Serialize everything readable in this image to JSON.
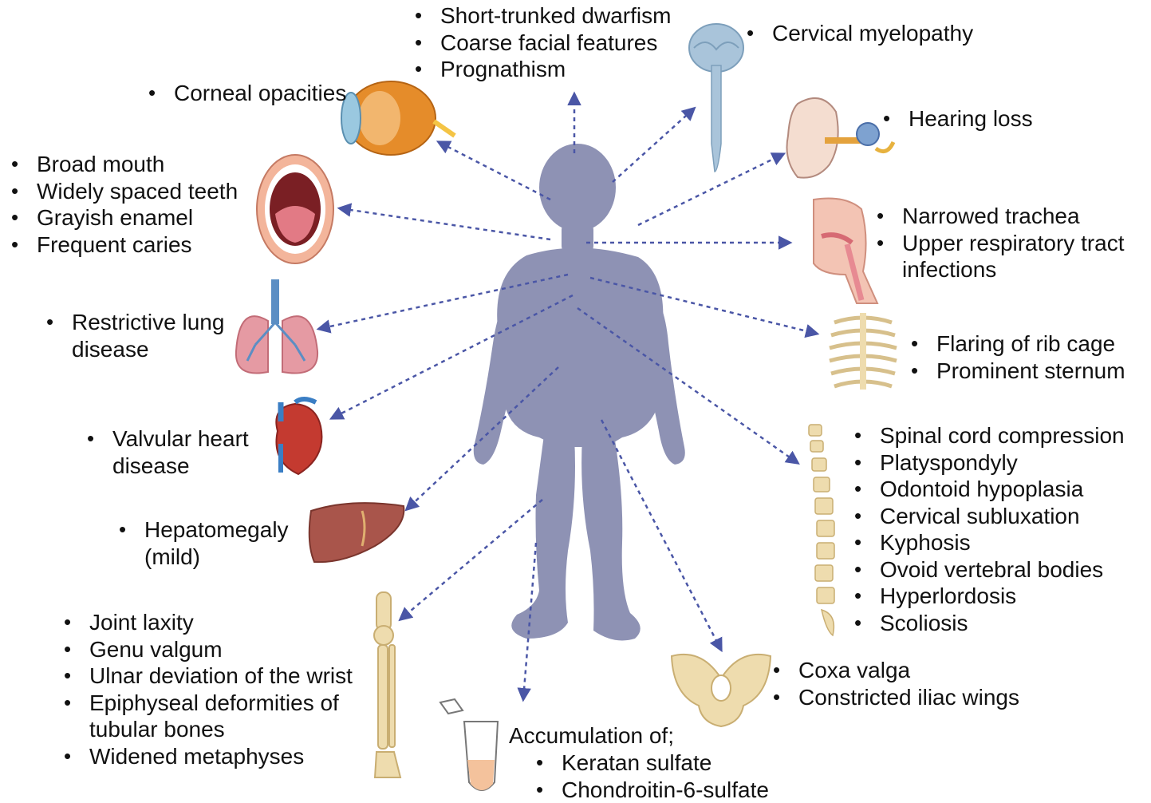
{
  "colors": {
    "silhouette": "#8e92b4",
    "arrow": "#4a56a6",
    "organ_red": "#d8646a",
    "bone": "#eedcae",
    "liver": "#a9554b",
    "lung": "#e59aa3",
    "lung_bronchi": "#5b8ec4",
    "brain": "#a9c4da",
    "eye_iris": "#e58c2a",
    "heart": "#c43a30",
    "heart_vessel": "#3a7ec4",
    "tube_fluid": "#f4c29c"
  },
  "center": {
    "icon": "child-silhouette-icon"
  },
  "groups": {
    "skeletal_general": [
      "Short-trunked dwarfism",
      "Coarse facial features",
      "Prognathism"
    ],
    "nervous": [
      "Cervical myelopathy"
    ],
    "eye": [
      "Corneal opacities"
    ],
    "ear": [
      "Hearing loss"
    ],
    "mouth": [
      "Broad mouth",
      "Widely spaced teeth",
      "Grayish enamel",
      "Frequent caries"
    ],
    "airway": [
      "Narrowed trachea",
      "Upper respiratory tract infections"
    ],
    "lung": [
      "Restrictive lung disease"
    ],
    "rib": [
      "Flaring of rib cage",
      "Prominent sternum"
    ],
    "heart": [
      "Valvular heart disease"
    ],
    "spine": [
      "Spinal cord compression",
      "Platyspondyly",
      "Odontoid hypoplasia",
      "Cervical subluxation",
      "Kyphosis",
      "Ovoid vertebral bodies",
      "Hyperlordosis",
      "Scoliosis"
    ],
    "liver": [
      "Hepatomegaly (mild)"
    ],
    "pelvis": [
      "Coxa valga",
      "Constricted iliac wings"
    ],
    "limb": [
      "Joint laxity",
      "Genu valgum",
      "Ulnar deviation of the wrist",
      "Epiphyseal deformities of tubular bones",
      "Widened metaphyses"
    ],
    "accumulation": {
      "title": "Accumulation of;",
      "items": [
        "Keratan sulfate",
        "Chondroitin-6-sulfate"
      ]
    }
  },
  "icons": {
    "eye": "eye-icon",
    "mouth": "open-mouth-icon",
    "lungs": "lungs-icon",
    "heart": "heart-icon",
    "liver": "liver-icon",
    "leg": "leg-bones-icon",
    "tube": "test-tube-icon",
    "pelvis": "pelvis-icon",
    "spine": "spine-icon",
    "ribcage": "rib-cage-icon",
    "airway": "airway-head-icon",
    "ear": "ear-icon",
    "brain": "brain-spinal-cord-icon"
  }
}
